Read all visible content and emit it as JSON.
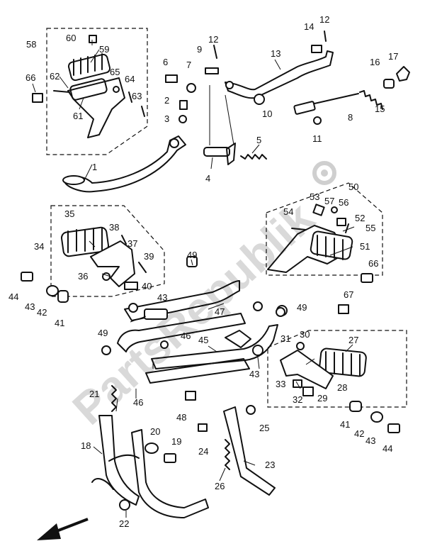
{
  "watermark": "PartsRepublik",
  "callouts": {
    "c1": "1",
    "c2": "2",
    "c3": "3",
    "c4": "4",
    "c5": "5",
    "c6": "6",
    "c7": "7",
    "c8": "8",
    "c9": "9",
    "c10": "10",
    "c11": "11",
    "c12a": "12",
    "c12b": "12",
    "c13": "13",
    "c14": "14",
    "c15": "15",
    "c16": "16",
    "c17": "17",
    "c18": "18",
    "c19": "19",
    "c20": "20",
    "c21": "21",
    "c22": "22",
    "c23": "23",
    "c24": "24",
    "c25": "25",
    "c26": "26",
    "c27": "27",
    "c28": "28",
    "c29": "29",
    "c30": "30",
    "c31": "31",
    "c32": "32",
    "c33": "33",
    "c34": "34",
    "c35": "35",
    "c36": "36",
    "c37": "37",
    "c38": "38",
    "c39": "39",
    "c40": "40",
    "c41a": "41",
    "c41b": "41",
    "c42a": "42",
    "c42b": "42",
    "c43a": "43",
    "c43b": "43",
    "c43c": "43",
    "c44a": "44",
    "c44b": "44",
    "c45": "45",
    "c46a": "46",
    "c46b": "46",
    "c47": "47",
    "c48": "48",
    "c49a": "49",
    "c49b": "49",
    "c49c": "49",
    "c50": "50",
    "c51": "51",
    "c52": "52",
    "c53": "53",
    "c54": "54",
    "c55": "55",
    "c56": "56",
    "c57": "57",
    "c58": "58",
    "c59": "59",
    "c60": "60",
    "c61": "61",
    "c62": "62",
    "c63": "63",
    "c64": "64",
    "c65": "65",
    "c66a": "66",
    "c66b": "66",
    "c67": "67"
  },
  "icons": [
    "front-direction-arrow-icon",
    "watermark-gear-icon"
  ]
}
